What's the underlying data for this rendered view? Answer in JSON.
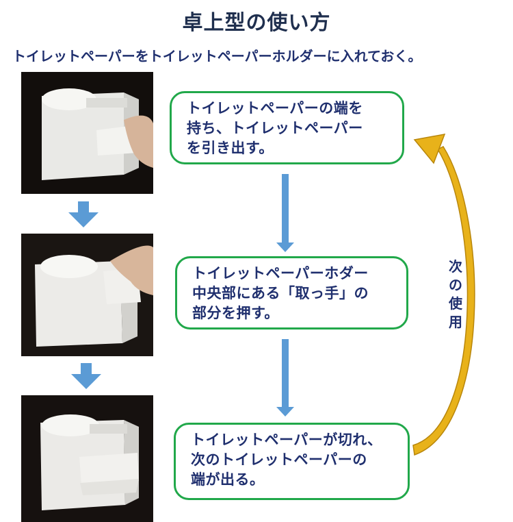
{
  "header": {
    "title": "卓上型の使い方",
    "subtitle": "トイレットペーパーをトイレットペーパーホルダーに入れておく。"
  },
  "steps": [
    {
      "lines": [
        "トイレットペーパーの端を",
        "持ち、トイレットペーパー",
        "を引き出す。"
      ]
    },
    {
      "lines": [
        "トイレットペーパーホダー",
        "中央部にある「取っ手」の",
        "部分を押す。"
      ]
    },
    {
      "lines": [
        "トイレットペーパーが切れ、",
        "次のトイレットペーパーの",
        "端が出る。"
      ]
    }
  ],
  "loop_label": [
    "次",
    "の",
    "使",
    "用"
  ],
  "colors": {
    "box_border": "#21a84a",
    "text": "#1f2f6e",
    "blue_arrow": "#5b9bd5",
    "loop_arrow": "#e8b21a"
  },
  "photos": [
    "photo-step-1",
    "photo-step-2",
    "photo-step-3"
  ]
}
